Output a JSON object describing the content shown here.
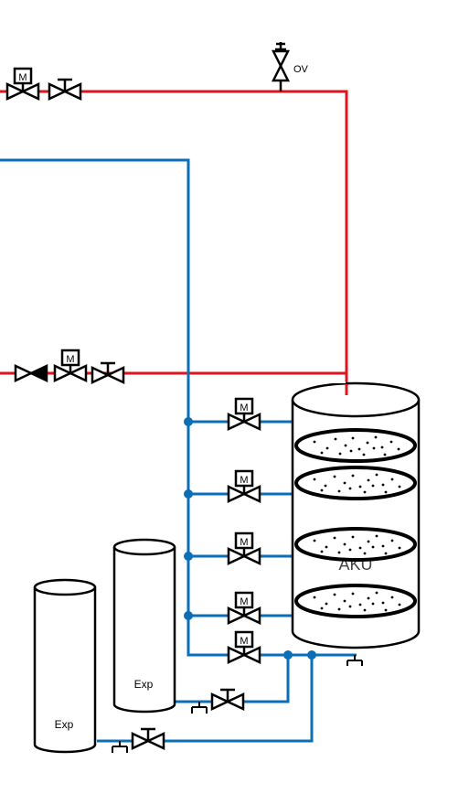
{
  "labels": {
    "ov": "OV",
    "tank_main": "AKU",
    "exp_tall": "Exp",
    "exp_short": "Exp",
    "motor": "M"
  },
  "colors": {
    "supply": "#e0141c",
    "return": "#0b6fb8",
    "outline": "#000000",
    "background": "#ffffff"
  },
  "icons": [
    "motorized-valve-icon",
    "gate-valve-icon",
    "check-valve-icon",
    "air-vent-icon",
    "ground-symbol-icon",
    "diffuser-plate-icon"
  ]
}
